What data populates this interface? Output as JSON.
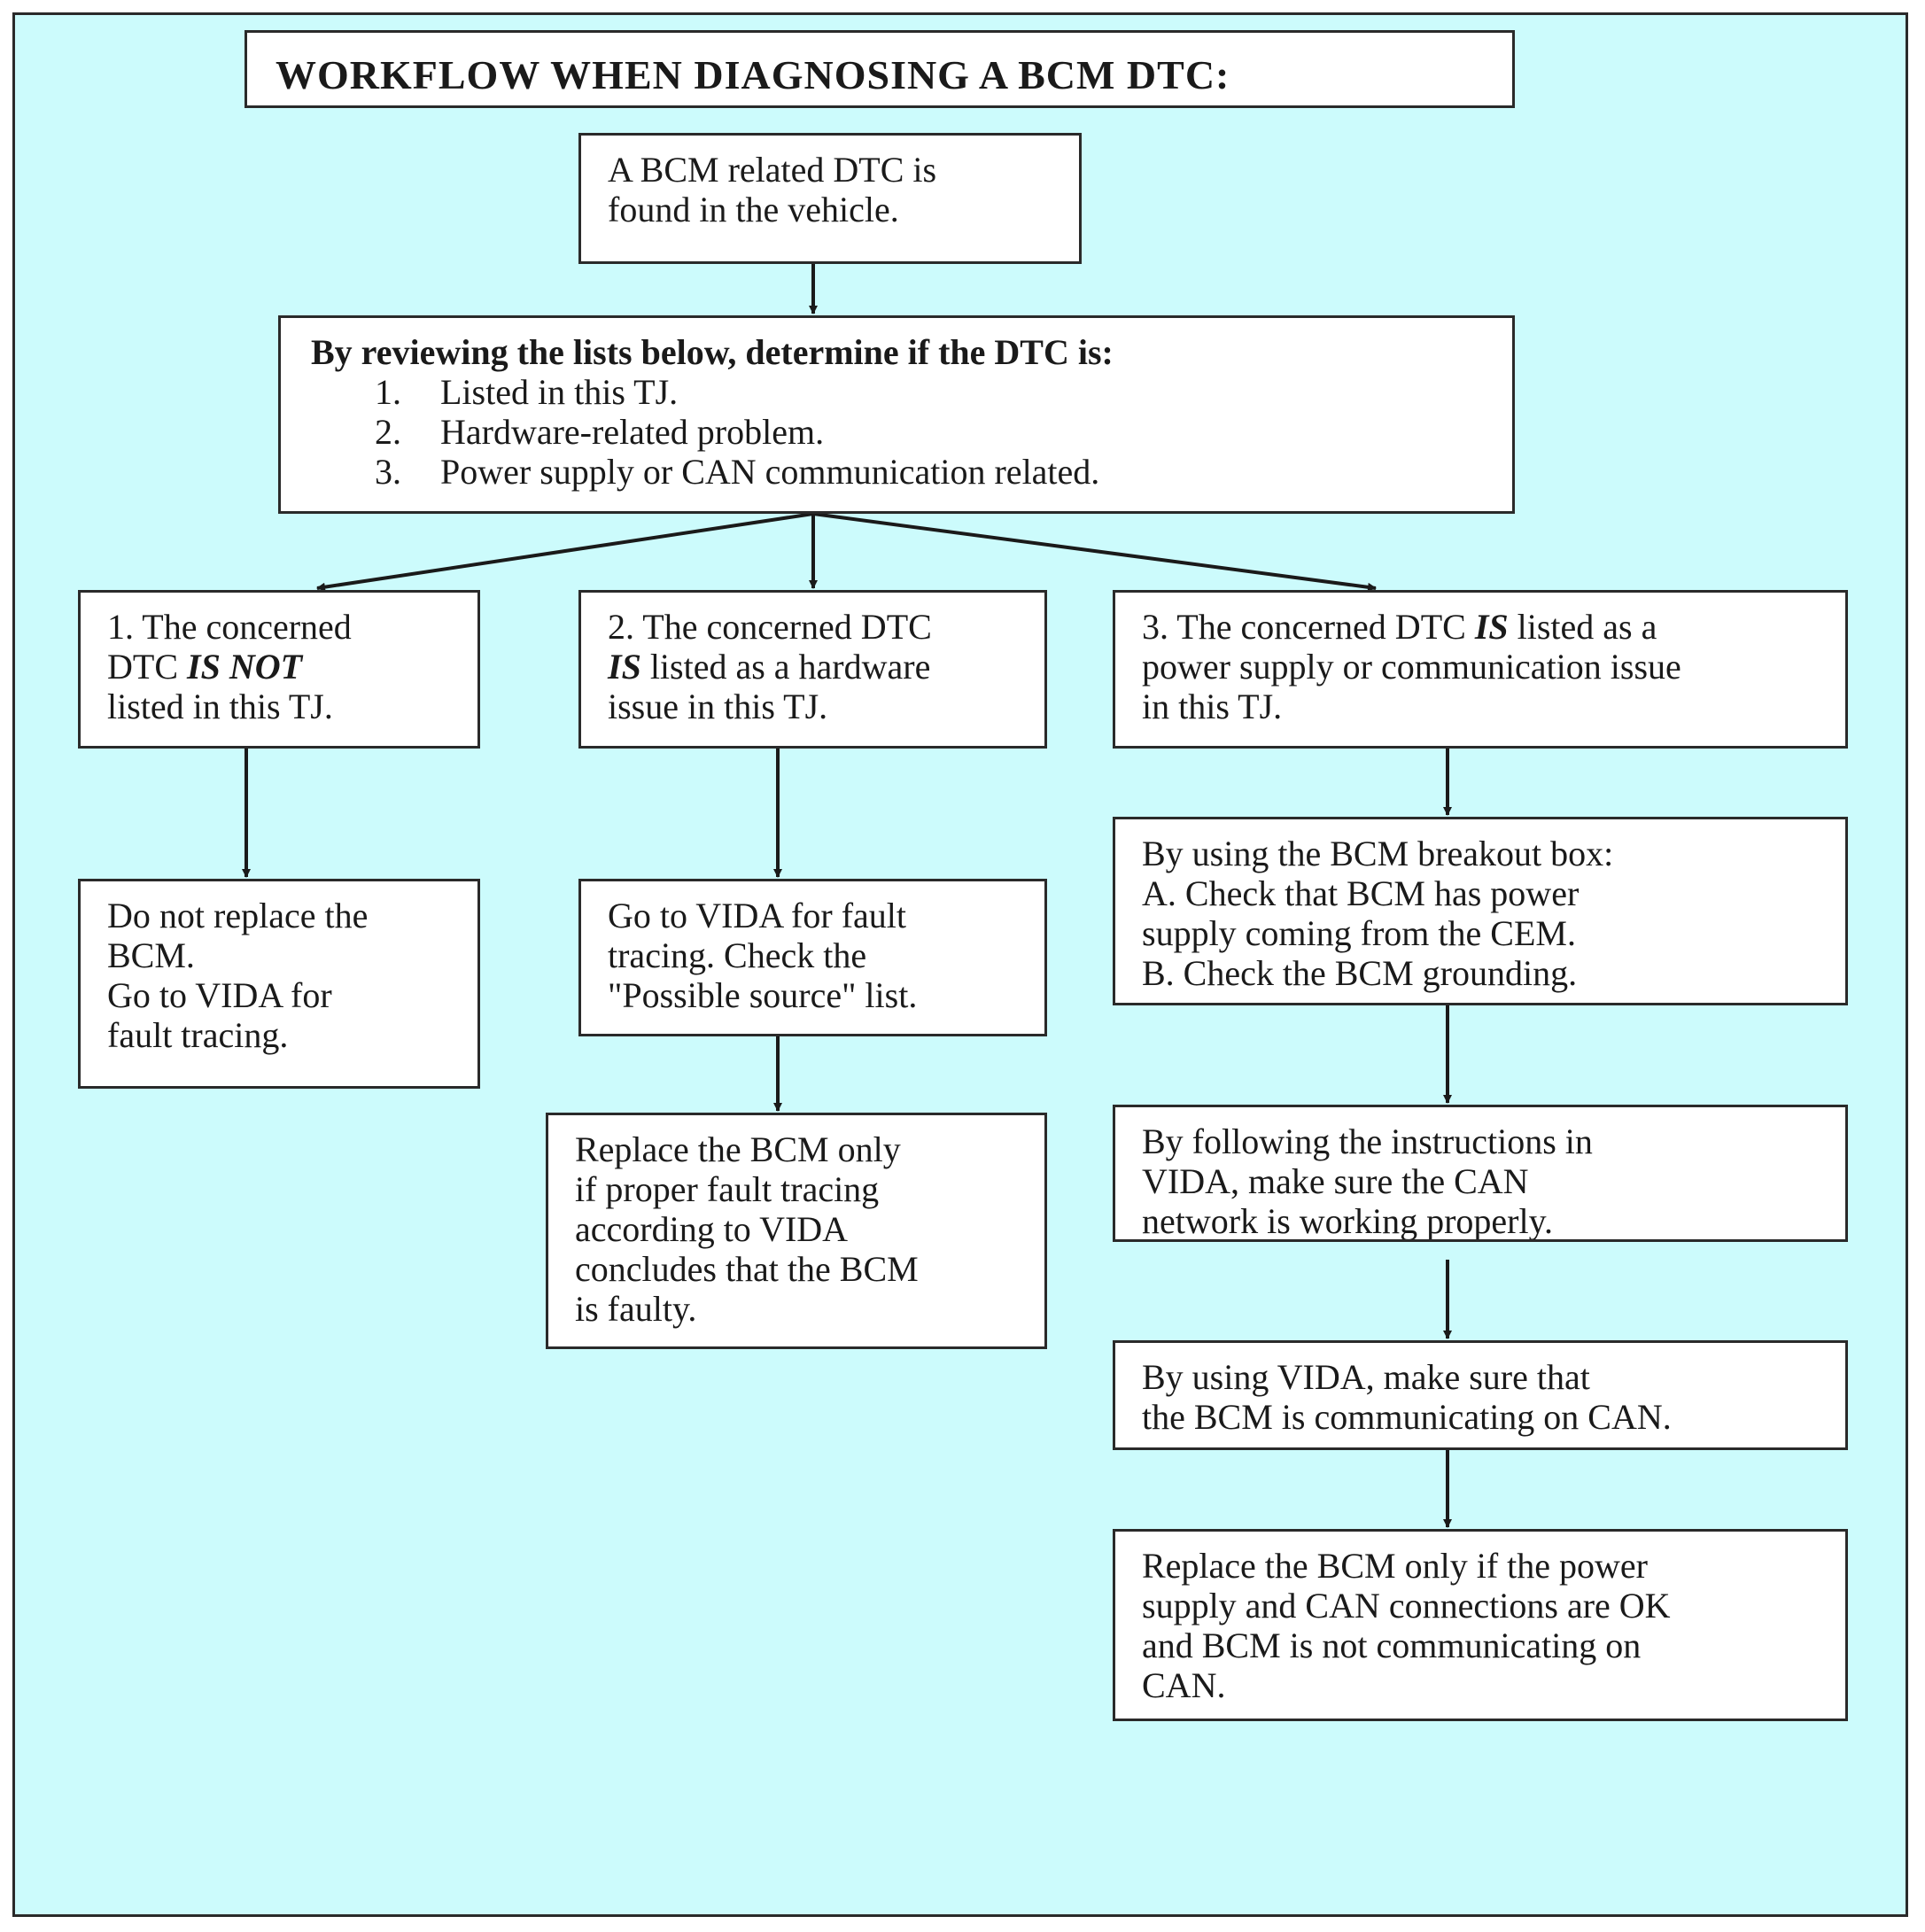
{
  "diagram": {
    "title": "WORKFLOW WHEN DIAGNOSING A BCM DTC:",
    "start": {
      "lines": [
        "A BCM related DTC is",
        "found in the vehicle."
      ]
    },
    "review": {
      "heading": "By reviewing the lists below, determine if the DTC is:",
      "items": [
        {
          "num": "1.",
          "text": "Listed in this TJ."
        },
        {
          "num": "2.",
          "text": "Hardware-related problem."
        },
        {
          "num": "3.",
          "text": "Power supply or CAN communication related."
        }
      ]
    },
    "branch1": {
      "line1": "1. The concerned",
      "line2_pre": "DTC ",
      "line2_em": "IS NOT",
      "line3": "listed in this TJ."
    },
    "branch2": {
      "line1": "2. The concerned DTC",
      "line2_em": "IS",
      "line2_post": " listed as a hardware",
      "line3": "issue in this TJ."
    },
    "branch3": {
      "line1_pre": "3. The concerned DTC ",
      "line1_em": "IS",
      "line1_post": " listed as a",
      "line2": "power supply or communication issue",
      "line3": "in this TJ."
    },
    "action1": {
      "lines": [
        "Do not replace the",
        "BCM.",
        "Go to VIDA for",
        "fault tracing."
      ]
    },
    "action2": {
      "lines": [
        "Go to VIDA for fault",
        "tracing. Check the",
        "\"Possible source\" list."
      ]
    },
    "replace2": {
      "lines": [
        "Replace the BCM only",
        "if proper fault tracing",
        "according to VIDA",
        "concludes that the BCM",
        "is faulty."
      ]
    },
    "breakout": {
      "heading": "By using the BCM breakout box:",
      "a_line1": "A. Check that BCM has power",
      "a_line2": "supply coming from the CEM.",
      "b_line1": "B. Check the BCM grounding."
    },
    "can_check": {
      "line1": "By following the instructions in",
      "line2": "VIDA, make sure the CAN",
      "line3": "network is working properly."
    },
    "vida_comm": {
      "lines": [
        "By using VIDA, make sure that",
        "the BCM is communicating on CAN."
      ]
    },
    "replace3": {
      "lines": [
        "Replace the BCM only if the power",
        "supply and CAN connections are OK",
        "and BCM is not communicating on",
        "CAN."
      ]
    }
  }
}
